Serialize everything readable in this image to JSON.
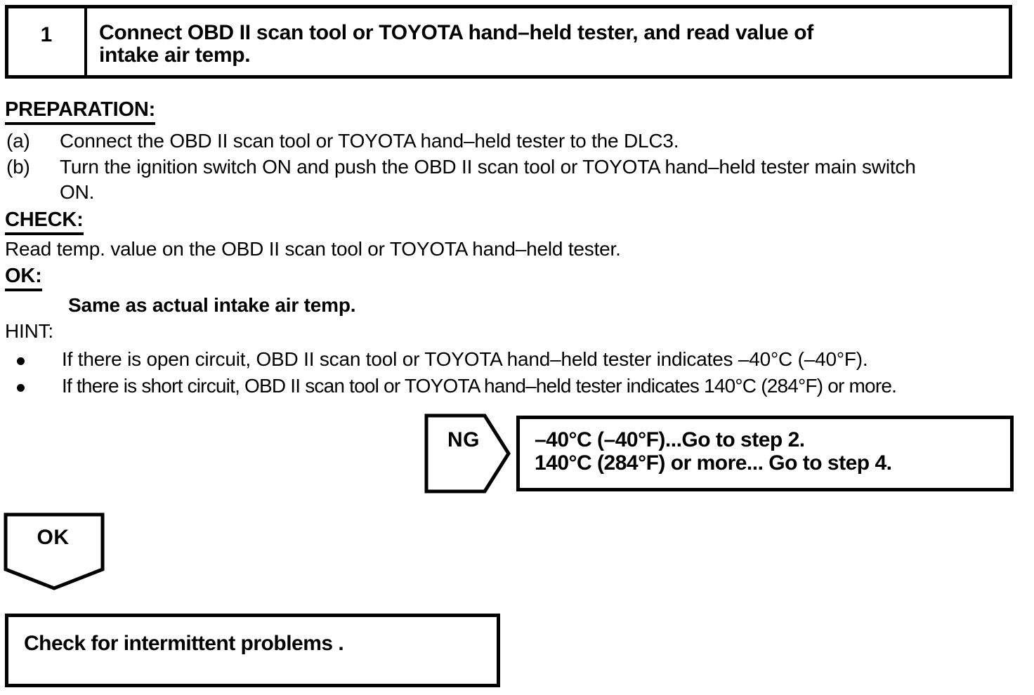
{
  "step_box": {
    "number": "1",
    "title_lines": [
      "Connect OBD II scan tool or TOYOTA hand–held tester, and read value of",
      "intake air temp."
    ]
  },
  "preparation": {
    "heading": "PREPARATION:",
    "items": [
      {
        "label": "(a)",
        "lines": [
          "Connect the OBD II scan tool or TOYOTA hand–held tester to the DLC3."
        ]
      },
      {
        "label": "(b)",
        "lines": [
          "Turn the ignition switch ON and push the OBD II scan tool or TOYOTA hand–held tester main switch",
          "ON."
        ]
      }
    ]
  },
  "check": {
    "heading": "CHECK:",
    "text": "Read temp. value on the OBD II scan tool or TOYOTA hand–held tester."
  },
  "ok_criteria": {
    "heading": "OK:",
    "text": "Same as actual intake air temp."
  },
  "hint": {
    "heading": "HINT:",
    "bullets": [
      "If there is open circuit, OBD II scan tool or TOYOTA hand–held tester indicates –40°C (–40°F).",
      "If there is short circuit, OBD II scan tool or TOYOTA hand–held tester indicates 140°C (284°F) or more."
    ]
  },
  "ng_branch": {
    "connector_label": "NG",
    "result_lines": [
      "–40°C (–40°F)...Go to step 2.",
      "140°C (284°F) or more... Go to step 4."
    ]
  },
  "ok_branch": {
    "connector_label": "OK",
    "result_text": "Check for intermittent problems ."
  },
  "colors": {
    "ink": "#000000",
    "paper": "#ffffff"
  }
}
